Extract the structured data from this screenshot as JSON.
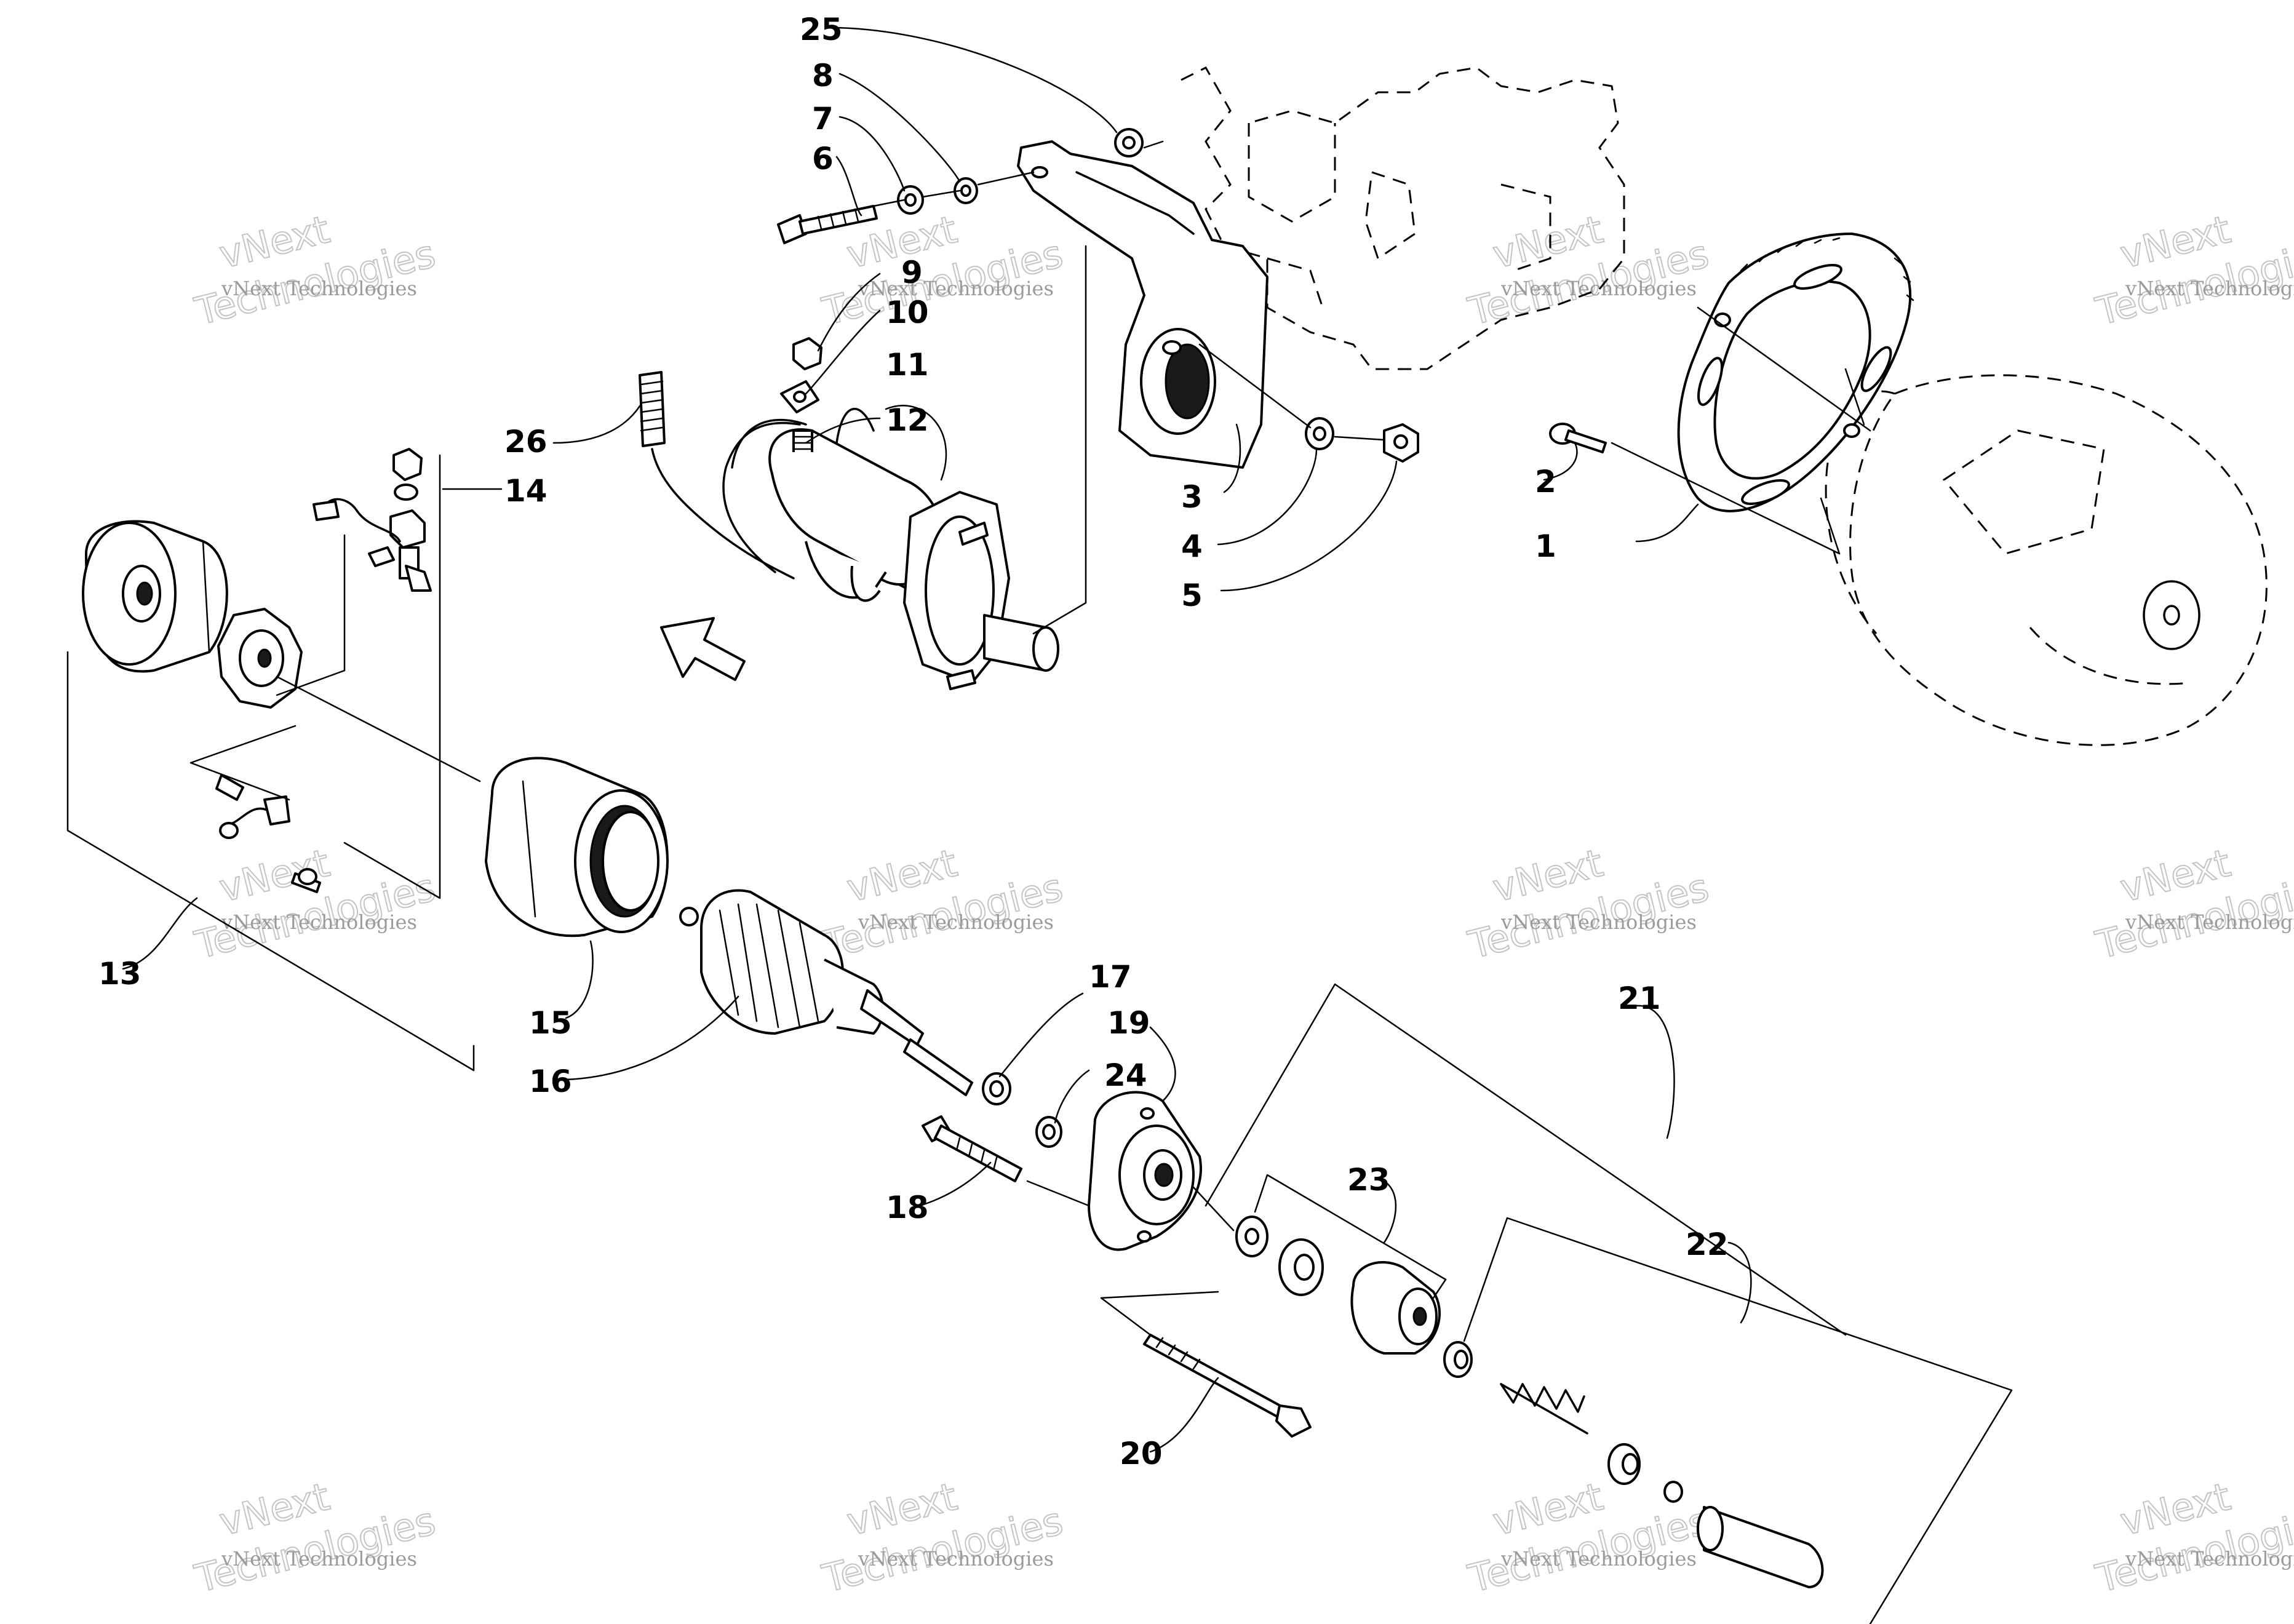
{
  "diagram": {
    "callouts": [
      "1",
      "2",
      "3",
      "4",
      "5",
      "6",
      "7",
      "8",
      "9",
      "10",
      "11",
      "12",
      "13",
      "14",
      "15",
      "16",
      "17",
      "18",
      "19",
      "20",
      "21",
      "22",
      "23",
      "24",
      "25",
      "26"
    ],
    "watermark": {
      "line1": "vNext Technologies",
      "line2a": "vNext",
      "line2b": "Technologies"
    }
  }
}
